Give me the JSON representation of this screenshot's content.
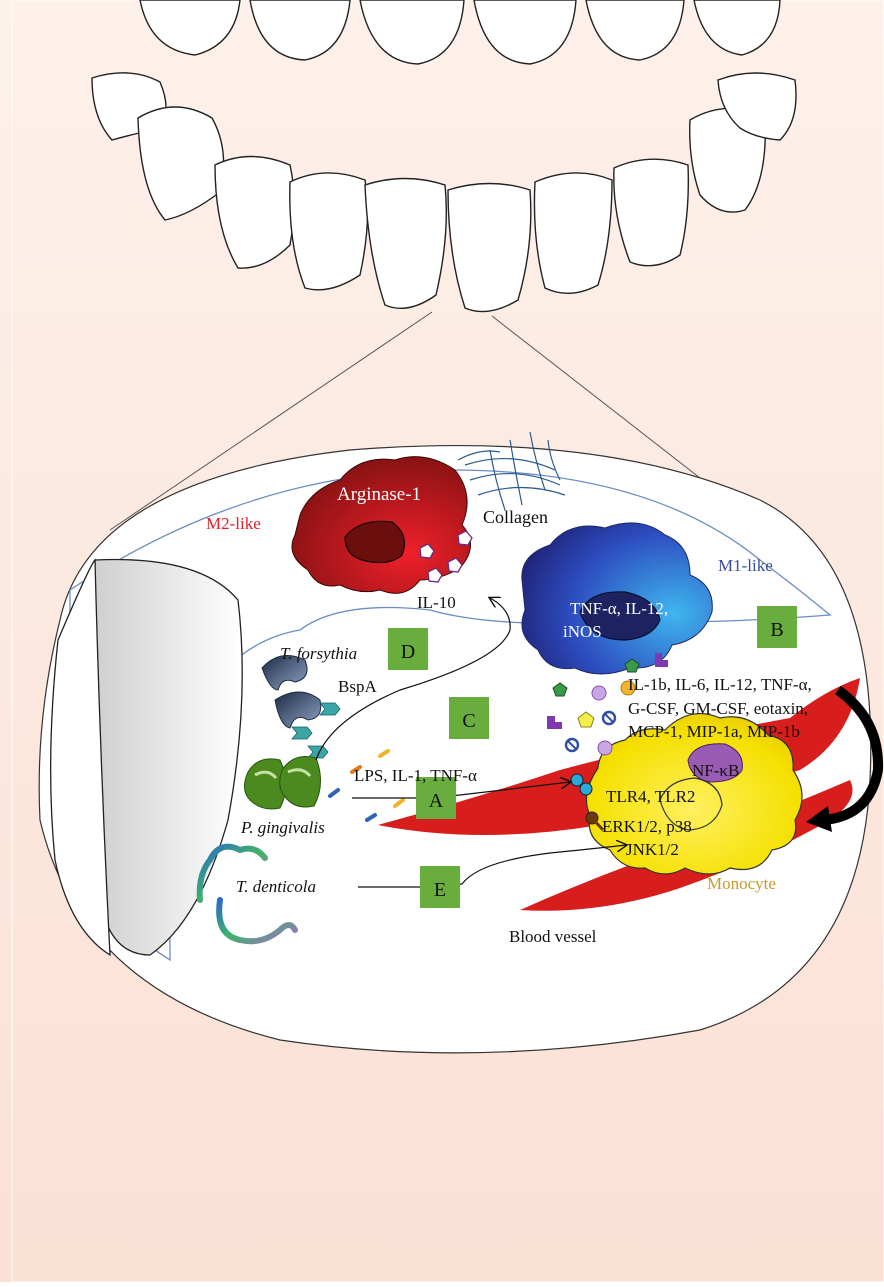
{
  "labels": {
    "arginase": "Arginase-1",
    "collagen": "Collagen",
    "m2_like": "M2-like",
    "m1_like": "M1-like",
    "m1_line1": "TNF-α, IL-12,",
    "m1_line2": "iNOS",
    "il10": "IL-10",
    "t_forsythia": "T. forsythia",
    "bspa": "BspA",
    "p_gingivalis": "P. gingivalis",
    "t_denticola": "T. denticola",
    "lps": "LPS, IL-1, TNF-α",
    "cyto_line1": "IL-1b, IL-6, IL-12, TNF-α,",
    "cyto_line2": "G-CSF, GM-CSF, eotaxin,",
    "cyto_line3": "MCP-1, MIP-1a, MIP-1b",
    "nfkb": "NF-κB",
    "tlr": "TLR4, TLR2",
    "erk": "ERK1/2, p38",
    "jnk": "JNK1/2",
    "monocyte": "Monocyte",
    "blood_vessel": "Blood vessel"
  },
  "boxes": {
    "a": "A",
    "b": "B",
    "c": "C",
    "d": "D",
    "e": "E"
  },
  "colors": {
    "background": "#fbe5db",
    "green_box": "#6aad3f",
    "m2_label": "#e0202a",
    "m1_label": "#3a4f9c",
    "monocyte_label": "#c79a2c",
    "vessel": "#d81d1d",
    "monocyte_fill": "#f5e000"
  }
}
